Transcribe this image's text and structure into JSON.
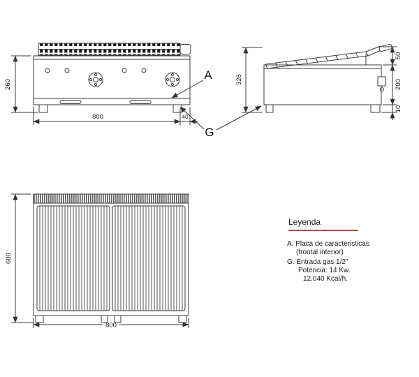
{
  "colors": {
    "line": "#3a3a3a",
    "accent": "#8a1508",
    "text": "#1a1a1a"
  },
  "front_view": {
    "dim_height": "260",
    "dim_width": "800",
    "dim_offset": "40",
    "label_a": "A",
    "label_g": "G"
  },
  "side_view": {
    "dim_total": "326",
    "dim_top": "50",
    "dim_mid": "200",
    "dim_feet": "10"
  },
  "plan_view": {
    "dim_depth": "600",
    "dim_width": "800"
  },
  "legend": {
    "title": "Leyenda",
    "items": [
      "A. Placa de caracteristicas",
      "(frontal interior)",
      "G. Entrada gas 1/2\"",
      "Potencia: 14 Kw.",
      "12.040 Kcal/h."
    ]
  }
}
